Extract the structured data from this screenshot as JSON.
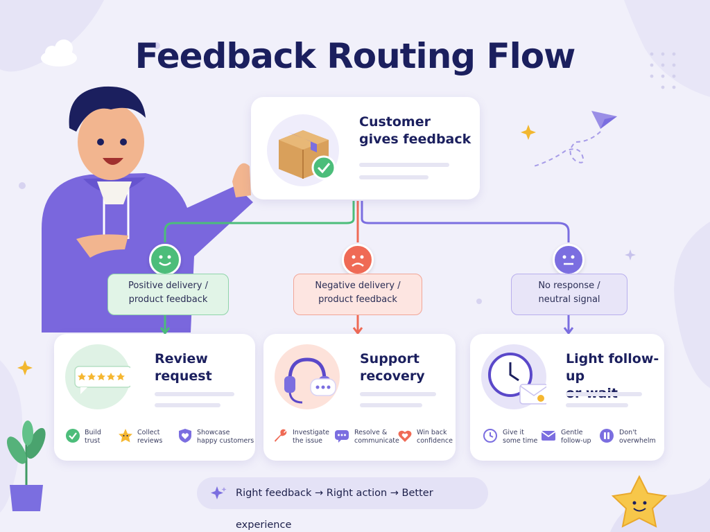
{
  "title": "Feedback Routing Flow",
  "top_card": {
    "title": "Customer\ngives feedback",
    "icon": "package-check-icon"
  },
  "branches": [
    {
      "key": "positive",
      "label": "Positive delivery /\nproduct feedback",
      "face": "happy-face-icon",
      "color": "#4cbd7a",
      "card_title": "Review\nrequest",
      "illustration": "five-star-review-icon",
      "footer": [
        {
          "icon": "check-circle-icon",
          "text": "Build\ntrust"
        },
        {
          "icon": "star-face-icon",
          "text": "Collect\nreviews"
        },
        {
          "icon": "heart-shield-icon",
          "text": "Showcase\nhappy customers"
        }
      ]
    },
    {
      "key": "negative",
      "label": "Negative delivery /\nproduct feedback",
      "face": "sad-face-icon",
      "color": "#ef6a55",
      "card_title": "Support\nrecovery",
      "illustration": "headset-chat-icon",
      "footer": [
        {
          "icon": "wrench-icon",
          "text": "Investigate\nthe issue"
        },
        {
          "icon": "chat-bubble-icon",
          "text": "Resolve &\ncommunicate"
        },
        {
          "icon": "heart-icon",
          "text": "Win back\nconfidence"
        }
      ]
    },
    {
      "key": "neutral",
      "label": "No response /\nneutral signal",
      "face": "neutral-face-icon",
      "color": "#7b6ee0",
      "card_title": "Light follow-up\nor wait",
      "illustration": "clock-envelope-icon",
      "footer": [
        {
          "icon": "clock-icon",
          "text": "Give it\nsome time"
        },
        {
          "icon": "envelope-icon",
          "text": "Gentle\nfollow-up"
        },
        {
          "icon": "pause-icon",
          "text": "Don't\noverwhelm"
        }
      ]
    }
  ],
  "banner": "Right feedback → Right action → Better experience",
  "colors": {
    "navy": "#1b1f5e",
    "positive": "#4cbd7a",
    "negative": "#ef6a55",
    "neutral": "#7b6ee0",
    "background": "#f1f0fa"
  }
}
